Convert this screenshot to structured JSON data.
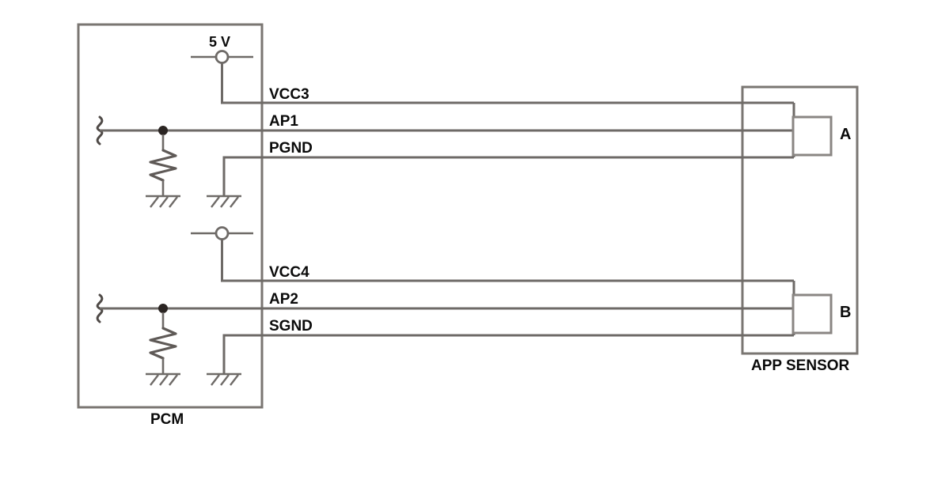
{
  "diagram": {
    "title_left": "PCM",
    "title_right": "APP SENSOR",
    "supply_label": "5 V",
    "signals": {
      "vcc3": "VCC3",
      "ap1": "AP1",
      "pgnd": "PGND",
      "vcc4": "VCC4",
      "ap2": "AP2",
      "sgnd": "SGND"
    },
    "sensor_elements": {
      "a": "A",
      "b": "B"
    },
    "colors": {
      "wire": "#6e6a67",
      "box": "#7a7672",
      "text": "#0a0a0a",
      "background": "#ffffff",
      "junction": "#2b2523"
    }
  }
}
